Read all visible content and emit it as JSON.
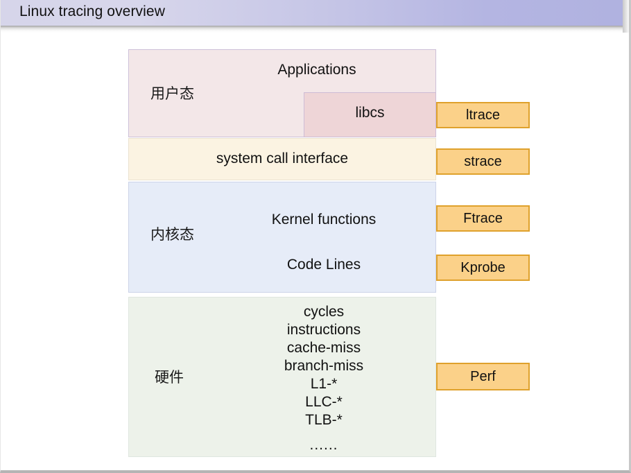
{
  "slide": {
    "title": "Linux tracing overview"
  },
  "diagram": {
    "layers": [
      {
        "id": "userspace",
        "label_cn": "用户态",
        "items": [
          "Applications",
          "libcs"
        ]
      },
      {
        "id": "syscall",
        "label_cn": "",
        "items": [
          "system call interface"
        ]
      },
      {
        "id": "kernel",
        "label_cn": "内核态",
        "items": [
          "Kernel functions",
          "Code Lines"
        ]
      },
      {
        "id": "hardware",
        "label_cn": "硬件",
        "items": [
          "cycles",
          "instructions",
          "cache-miss",
          "branch-miss",
          "L1-*",
          "LLC-*",
          "TLB-*",
          "......"
        ]
      }
    ],
    "userspace": {
      "label_cn": "用户态",
      "applications": "Applications",
      "libcs": "libcs"
    },
    "syscall": {
      "text": "system call interface"
    },
    "kernel": {
      "label_cn": "内核态",
      "functions": "Kernel functions",
      "code_lines": "Code Lines"
    },
    "hardware": {
      "label_cn": "硬件",
      "events": [
        "cycles",
        "instructions",
        "cache-miss",
        "branch-miss",
        "L1-*",
        "LLC-*",
        "TLB-*"
      ],
      "ellipsis": "......"
    },
    "tools": [
      {
        "id": "ltrace",
        "label": "ltrace",
        "targets": "libcs"
      },
      {
        "id": "strace",
        "label": "strace",
        "targets": "system call interface"
      },
      {
        "id": "ftrace",
        "label": "Ftrace",
        "targets": "Kernel functions"
      },
      {
        "id": "kprobe",
        "label": "Kprobe",
        "targets": "Code Lines"
      },
      {
        "id": "perf",
        "label": "Perf",
        "targets": "hardware events"
      }
    ]
  },
  "colors": {
    "title_bar_start": "#d6d5ea",
    "title_bar_end": "#b0b2e0",
    "userspace_fill": "#f3e7e8",
    "userspace_border": "#cdc0d8",
    "libcs_fill": "#eed5d7",
    "syscall_fill": "#fbf3e2",
    "kernel_fill": "#e6ecf8",
    "kernel_border": "#ccd3e8",
    "hardware_fill": "#edf2ea",
    "hardware_border": "#dfe6e0",
    "tool_fill": "#fbd189",
    "tool_border": "#dfa12c"
  }
}
